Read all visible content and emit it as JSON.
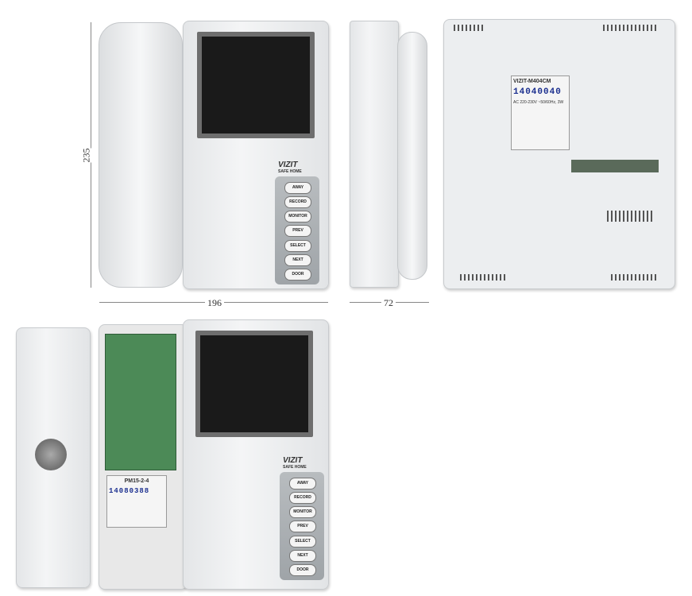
{
  "dimensions": {
    "height": "235",
    "width": "196",
    "depth": "72"
  },
  "logo": {
    "brand": "VIZIT",
    "tagline": "SAFE HOME"
  },
  "buttons": [
    "AWAY",
    "RECORD",
    "MONITOR",
    "PREV",
    "SELECT",
    "NEXT",
    "DOOR"
  ],
  "back_label": {
    "model": "VIZIT-M404CM",
    "serial": "14040040",
    "power": "AC 220-230V ~50/60Hz, 3W"
  },
  "power_module": {
    "model": "PM15-2-4",
    "serial": "14080388"
  }
}
